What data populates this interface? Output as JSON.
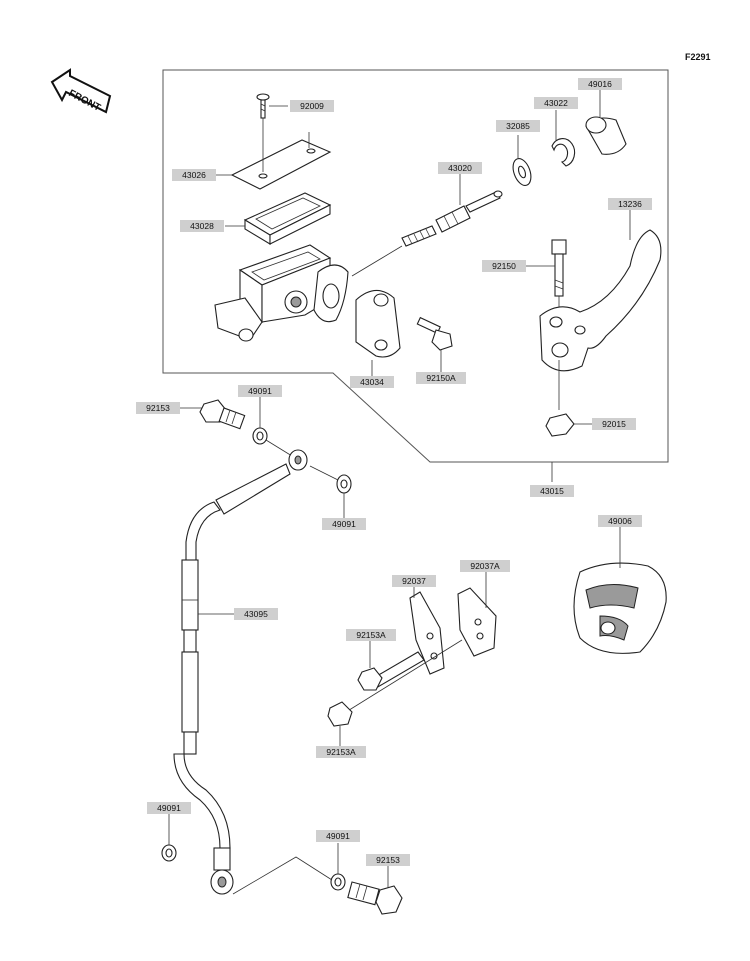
{
  "diagram_code": "F2291",
  "front_indicator": "FRONT",
  "labels": {
    "p92009": "92009",
    "p43026": "43026",
    "p43028": "43028",
    "p43020": "43020",
    "p32085": "32085",
    "p43022": "43022",
    "p49016": "49016",
    "p13236": "13236",
    "p92150": "92150",
    "p43034": "43034",
    "p92150A": "92150A",
    "p92015": "92015",
    "p43015": "43015",
    "p92153_top": "92153",
    "p49091_a": "49091",
    "p49091_b": "49091",
    "p49006": "49006",
    "p43095": "43095",
    "p92037": "92037",
    "p92037A": "92037A",
    "p92153A_a": "92153A",
    "p92153A_b": "92153A",
    "p49091_c": "49091",
    "p49091_d": "49091",
    "p92153_bot": "92153"
  }
}
